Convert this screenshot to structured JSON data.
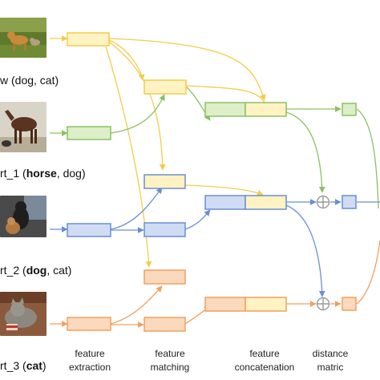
{
  "diagram": {
    "captions": [
      {
        "prefix": "w (",
        "bold": "",
        "rest": "dog, cat)"
      },
      {
        "prefix": "rt_1 (",
        "bold": "horse",
        "rest": ", dog)"
      },
      {
        "prefix": "rt_2 (",
        "bold": "dog",
        "rest": ", cat)"
      },
      {
        "prefix": "rt_3 (",
        "bold": "cat",
        "rest": ")"
      }
    ],
    "stages": {
      "extraction": [
        "feature",
        "extraction"
      ],
      "matching": [
        "feature",
        "matching"
      ],
      "concatenation": [
        "feature",
        "concatenation"
      ],
      "metric": [
        "distance",
        "matric"
      ]
    },
    "colors": {
      "yellow": "#f2cd48",
      "yellow_fill": "#fff3c4",
      "green": "#8cc063",
      "green_fill": "#dcefc8",
      "blue": "#6a8fd2",
      "blue_fill": "#cfdcf4",
      "orange": "#f0a060",
      "orange_fill": "#fbd9bc",
      "operator": "#999999"
    }
  }
}
